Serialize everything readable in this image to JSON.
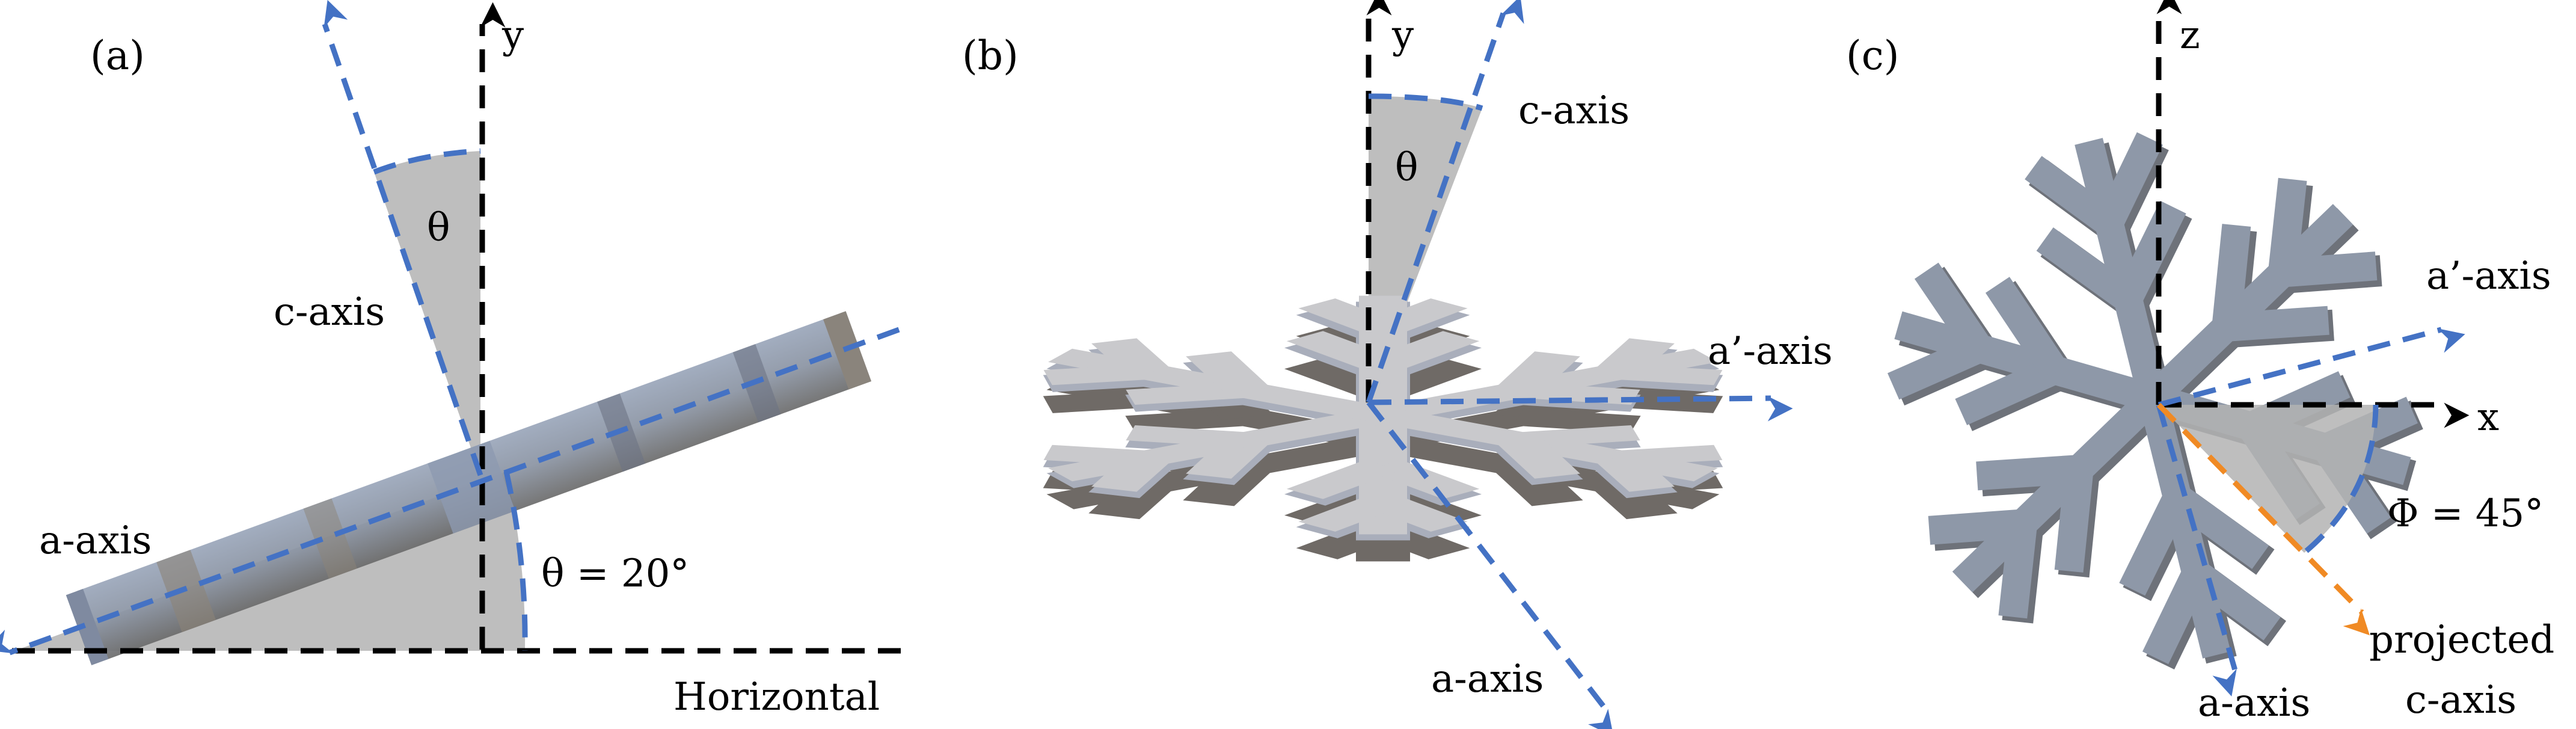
{
  "colors": {
    "axis_black": "#000000",
    "axis_blue": "#4472c4",
    "axis_orange": "#f08a24",
    "wedge_gray": "#b3b3b3",
    "crystal": "#8e98a8"
  },
  "panel_a": {
    "label": "(a)",
    "y_label": "y",
    "theta_label": "θ",
    "c_axis_label": "c-axis",
    "a_axis_label": "a-axis",
    "angle_label": "θ = 20°",
    "horizontal_label": "Horizontal"
  },
  "panel_b": {
    "label": "(b)",
    "y_label": "y",
    "theta_label": "θ",
    "c_axis_label": "c-axis",
    "a_prime_axis_label": "a’-axis",
    "a_axis_label": "a-axis"
  },
  "panel_c": {
    "label": "(c)",
    "z_label": "z",
    "x_label": "x",
    "a_prime_axis_label": "a’-axis",
    "angle_label": "Φ = 45°",
    "a_axis_label": "a-axis",
    "projected_label_line1": "projected",
    "projected_label_line2": "c-axis"
  }
}
